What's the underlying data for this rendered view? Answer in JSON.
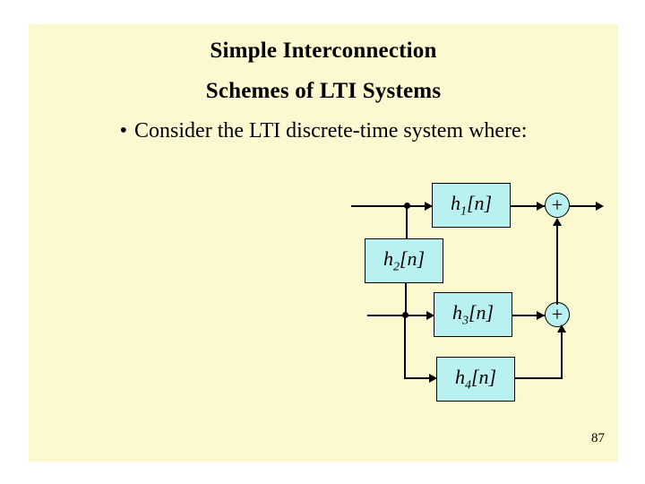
{
  "slide": {
    "title_line_1": "Simple Interconnection",
    "title_line_2": "Schemes of LTI Systems",
    "bullet_marker": "•",
    "bullet_text": "Consider the LTI discrete-time system where:",
    "page_number": "87",
    "background_color": "#fcf8d0",
    "block_fill_color": "#b9f0f0",
    "line_color": "#000000"
  },
  "diagram": {
    "type": "block-diagram",
    "blocks": [
      {
        "id": "h1",
        "label_base": "h",
        "label_sub": "1",
        "label_suffix": "[n]",
        "text": "h1[n]"
      },
      {
        "id": "h2",
        "label_base": "h",
        "label_sub": "2",
        "label_suffix": "[n]",
        "text": "h2[n]"
      },
      {
        "id": "h3",
        "label_base": "h",
        "label_sub": "3",
        "label_suffix": "[n]",
        "text": "h3[n]"
      },
      {
        "id": "h4",
        "label_base": "h",
        "label_sub": "4",
        "label_suffix": "[n]",
        "text": "h4[n]"
      }
    ],
    "adders": [
      {
        "id": "adder-top",
        "symbol": "+"
      },
      {
        "id": "adder-bottom",
        "symbol": "+"
      }
    ]
  }
}
